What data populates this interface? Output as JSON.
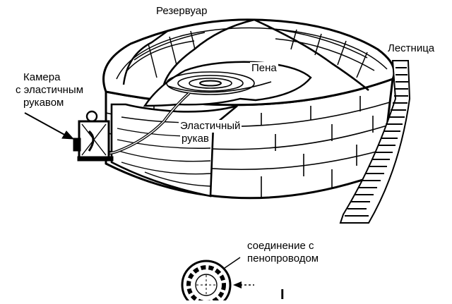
{
  "labels": {
    "reservoir": "Резервуар",
    "ladder": "Лестница",
    "chamber_line1": "Камера",
    "chamber_line2": "с эластичным",
    "chamber_line3": "рукавом",
    "foam": "Пена",
    "hose_line1": "Эластичный",
    "hose_line2": "рукав",
    "connection_line1": "соединение с",
    "connection_line2": "пенопроводом"
  },
  "section_mark": "I"
}
